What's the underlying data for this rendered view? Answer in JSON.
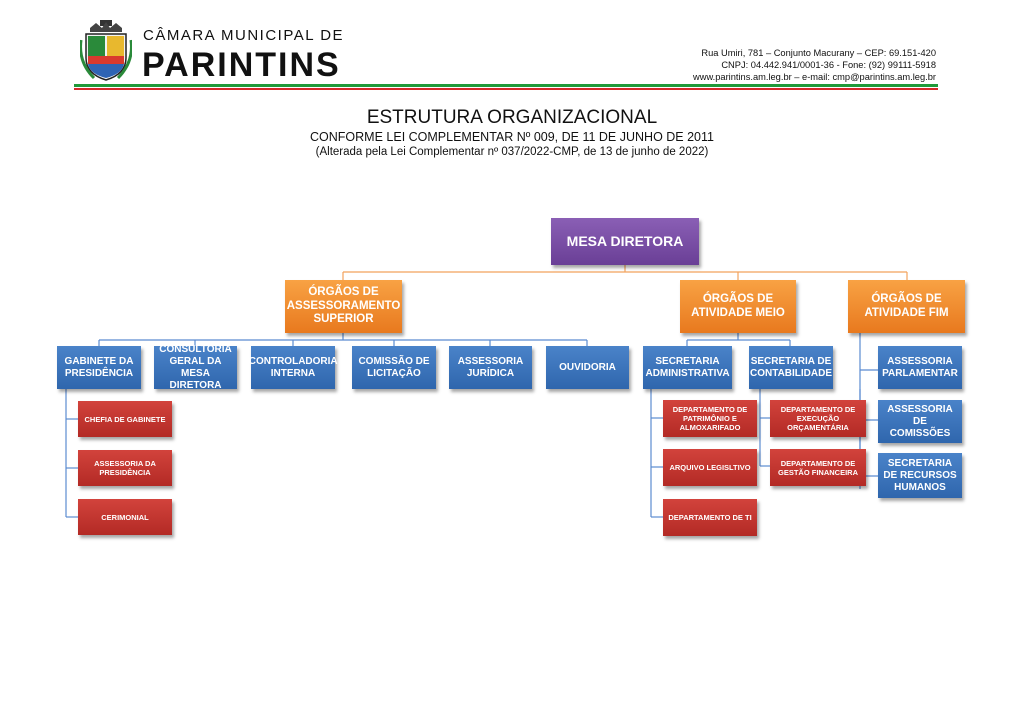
{
  "header": {
    "org_line1": "CÂMARA MUNICIPAL DE",
    "org_line2": "PARINTINS",
    "address": "Rua Umiri, 781  –  Conjunto Macurany  – CEP: 69.151-420",
    "cnpj_phone": "CNPJ: 04.442.941/0001-36     -     Fone: (92) 99111-5918",
    "web_email": "www.parintins.am.leg.br – e-mail: cmp@parintins.am.leg.br"
  },
  "titles": {
    "main": "ESTRUTURA ORGANIZACIONAL",
    "subtitle": "CONFORME LEI COMPLEMENTAR Nº 009, DE 11 DE JUNHO DE 2011",
    "note": "(Alterada pela Lei Complementar nº 037/2022-CMP, de 13 de junho de 2022)"
  },
  "org": {
    "mesa": "MESA DIRETORA",
    "assessoramento": "ÓRGÃOS DE ASSESSORAMENTO SUPERIOR",
    "meio": "ÓRGÃOS DE ATIVIDADE MEIO",
    "fim": "ÓRGÃOS DE ATIVIDADE FIM",
    "gabinete": "GABINETE DA PRESIDÊNCIA",
    "consultoria": "CONSULTORIA GERAL DA MESA DIRETORA",
    "controladoria": "CONTROLADORIA INTERNA",
    "licitacao": "COMISSÃO DE LICITAÇÃO",
    "juridica": "ASSESSORIA JURÍDICA",
    "ouvidoria": "OUVIDORIA",
    "chefia": "CHEFIA DE GABINETE",
    "assess_pres": "ASSESSORIA DA PRESIDÊNCIA",
    "cerimonial": "CERIMONIAL",
    "sec_adm": "SECRETARIA ADMINISTRATIVA",
    "sec_cont": "SECRETARIA DE CONTABILIDADE",
    "patrimonio": "DEPARTAMENTO DE PATRIMÔNIO E ALMOXARIFADO",
    "arquivo": "ARQUIVO LEGISLTIVO",
    "dep_ti": "DEPARTAMENTO DE TI",
    "execucao": "DEPARTAMENTO DE EXECUÇÃO ORÇAMENTÁRIA",
    "gestao": "DEPARTAMENTO DE GESTÃO FINANCEIRA",
    "parlamentar": "ASSESSORIA PARLAMENTAR",
    "comissoes": "ASSESSORIA DE COMISSÕES",
    "rh": "SECRETARIA DE RECURSOS HUMANOS"
  },
  "colors": {
    "purple": "#7a4fa6",
    "orange": "#f08a2e",
    "blue": "#3a72b8",
    "red": "#c0352f",
    "connector_blue": "#5b8bd0",
    "connector_orange": "#f2a25c",
    "rule_green": "#1f9a3a",
    "rule_red": "#d42a2a"
  }
}
